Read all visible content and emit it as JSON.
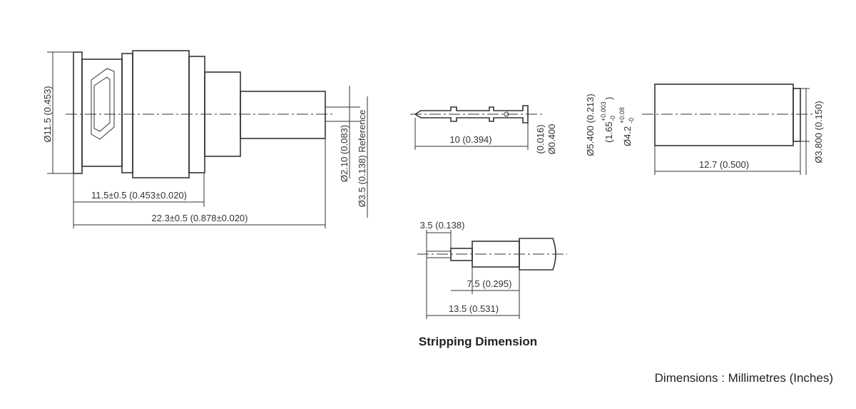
{
  "connector": {
    "dia_body": "Ø11.5 (0.453)",
    "len_front": "11.5±0.5 (0.453±0.020)",
    "len_total": "22.3±0.5 (0.878±0.020)",
    "dia_pin": "Ø2.10 (0.083)",
    "dia_ref": "Ø3.5 (0.138) Reference"
  },
  "pin": {
    "length": "10 (0.394)",
    "tip_a": "(0.016)",
    "tip_b": "Ø0.400"
  },
  "ferrule": {
    "dia_outer": "Ø5.400 (0.213)",
    "tol_main": "(1.65",
    "tol_up": "+0.003",
    "tol_low": "-0",
    "tol_close": ")",
    "dia_inner": "Ø4.2",
    "dia_inner_up": "+0.08",
    "dia_inner_low": "-0",
    "length": "12.7 (0.500)",
    "dia_right": "Ø3.800 (0.150)"
  },
  "stripping": {
    "title": "Stripping Dimension",
    "dim_a": "3.5 (0.138)",
    "dim_b": "7.5 (0.295)",
    "dim_c": "13.5 (0.531)"
  },
  "footer": {
    "units": "Dimensions : Millimetres (Inches)"
  }
}
